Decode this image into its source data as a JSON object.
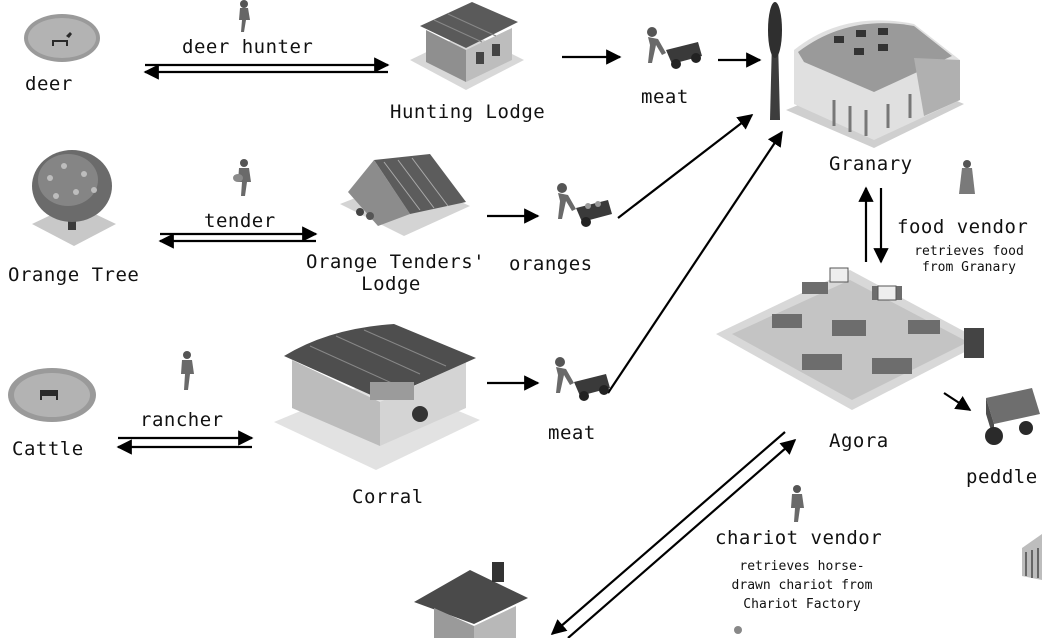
{
  "nodes": {
    "deer": "deer",
    "deer_hunter": "deer hunter",
    "hunting_lodge": "Hunting Lodge",
    "meat_1": "meat",
    "granary": "Granary",
    "orange_tree": "Orange Tree",
    "tender": "tender",
    "orange_tenders_lodge_line1": "Orange Tenders'",
    "orange_tenders_lodge_line2": "Lodge",
    "oranges": "oranges",
    "food_vendor": "food vendor",
    "food_vendor_note_line1": "retrieves food",
    "food_vendor_note_line2": "from Granary",
    "agora": "Agora",
    "cattle": "Cattle",
    "rancher": "rancher",
    "corral": "Corral",
    "meat_2": "meat",
    "peddler": "peddle",
    "chariot_vendor": "chariot vendor",
    "chariot_vendor_note_line1": "retrieves horse-",
    "chariot_vendor_note_line2": "drawn chariot from",
    "chariot_vendor_note_line3": "Chariot Factory"
  },
  "icons": {
    "deer_pasture": "deer-pasture-icon",
    "hunter_walker": "hunter-walker-icon",
    "hunting_lodge": "hunting-lodge-icon",
    "cart_pusher": "cart-pusher-icon",
    "granary": "granary-icon",
    "orange_tree": "orange-tree-icon",
    "orange_lodge": "orange-lodge-icon",
    "cattle_pasture": "cattle-pasture-icon",
    "corral": "corral-icon",
    "agora": "agora-icon",
    "peddler_cart": "peddler-cart-icon",
    "chariot_factory": "chariot-factory-icon"
  }
}
